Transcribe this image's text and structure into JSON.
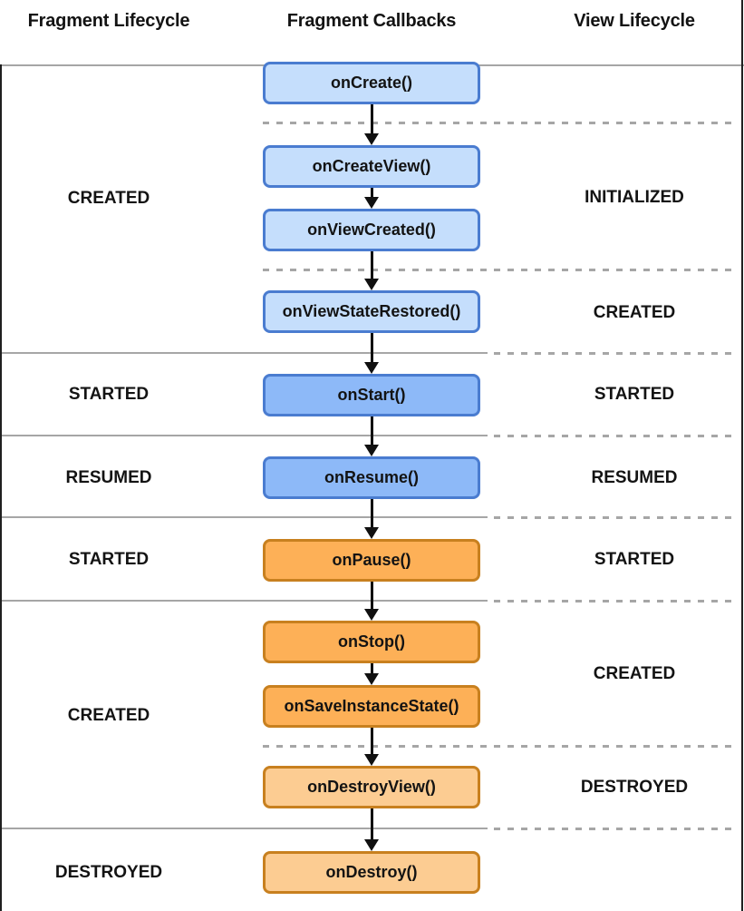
{
  "diagram_title": "Fragment lifecycle flowchart",
  "colors": {
    "background": "#ffffff",
    "text_color": "#131313",
    "line_gray": "#a6a6a6",
    "light_blue_fill": "#c5defc",
    "blue_fill": "#8db9f8",
    "blue_border": "#4a7cd0",
    "orange_fill": "#fdb057",
    "light_orange_fill": "#fccc92",
    "orange_border": "#c8801f"
  },
  "columns": {
    "fragment_lifecycle": "Fragment Lifecycle",
    "fragment_callbacks": "Fragment Callbacks",
    "view_lifecycle": "View Lifecycle"
  },
  "callbacks": [
    {
      "label": "onCreate()",
      "palette": "light-blue"
    },
    {
      "label": "onCreateView()",
      "palette": "light-blue"
    },
    {
      "label": "onViewCreated()",
      "palette": "light-blue"
    },
    {
      "label": "onViewStateRestored()",
      "palette": "light-blue"
    },
    {
      "label": "onStart()",
      "palette": "blue"
    },
    {
      "label": "onResume()",
      "palette": "blue"
    },
    {
      "label": "onPause()",
      "palette": "orange"
    },
    {
      "label": "onStop()",
      "palette": "orange"
    },
    {
      "label": "onSaveInstanceState()",
      "palette": "orange"
    },
    {
      "label": "onDestroyView()",
      "palette": "light-orange"
    },
    {
      "label": "onDestroy()",
      "palette": "light-orange"
    }
  ],
  "fragment_states": [
    {
      "label": "CREATED"
    },
    {
      "label": "STARTED"
    },
    {
      "label": "RESUMED"
    },
    {
      "label": "STARTED"
    },
    {
      "label": "CREATED"
    },
    {
      "label": "DESTROYED"
    }
  ],
  "view_states": [
    {
      "label": "INITIALIZED"
    },
    {
      "label": "CREATED"
    },
    {
      "label": "STARTED"
    },
    {
      "label": "RESUMED"
    },
    {
      "label": "STARTED"
    },
    {
      "label": "CREATED"
    },
    {
      "label": "DESTROYED"
    }
  ]
}
